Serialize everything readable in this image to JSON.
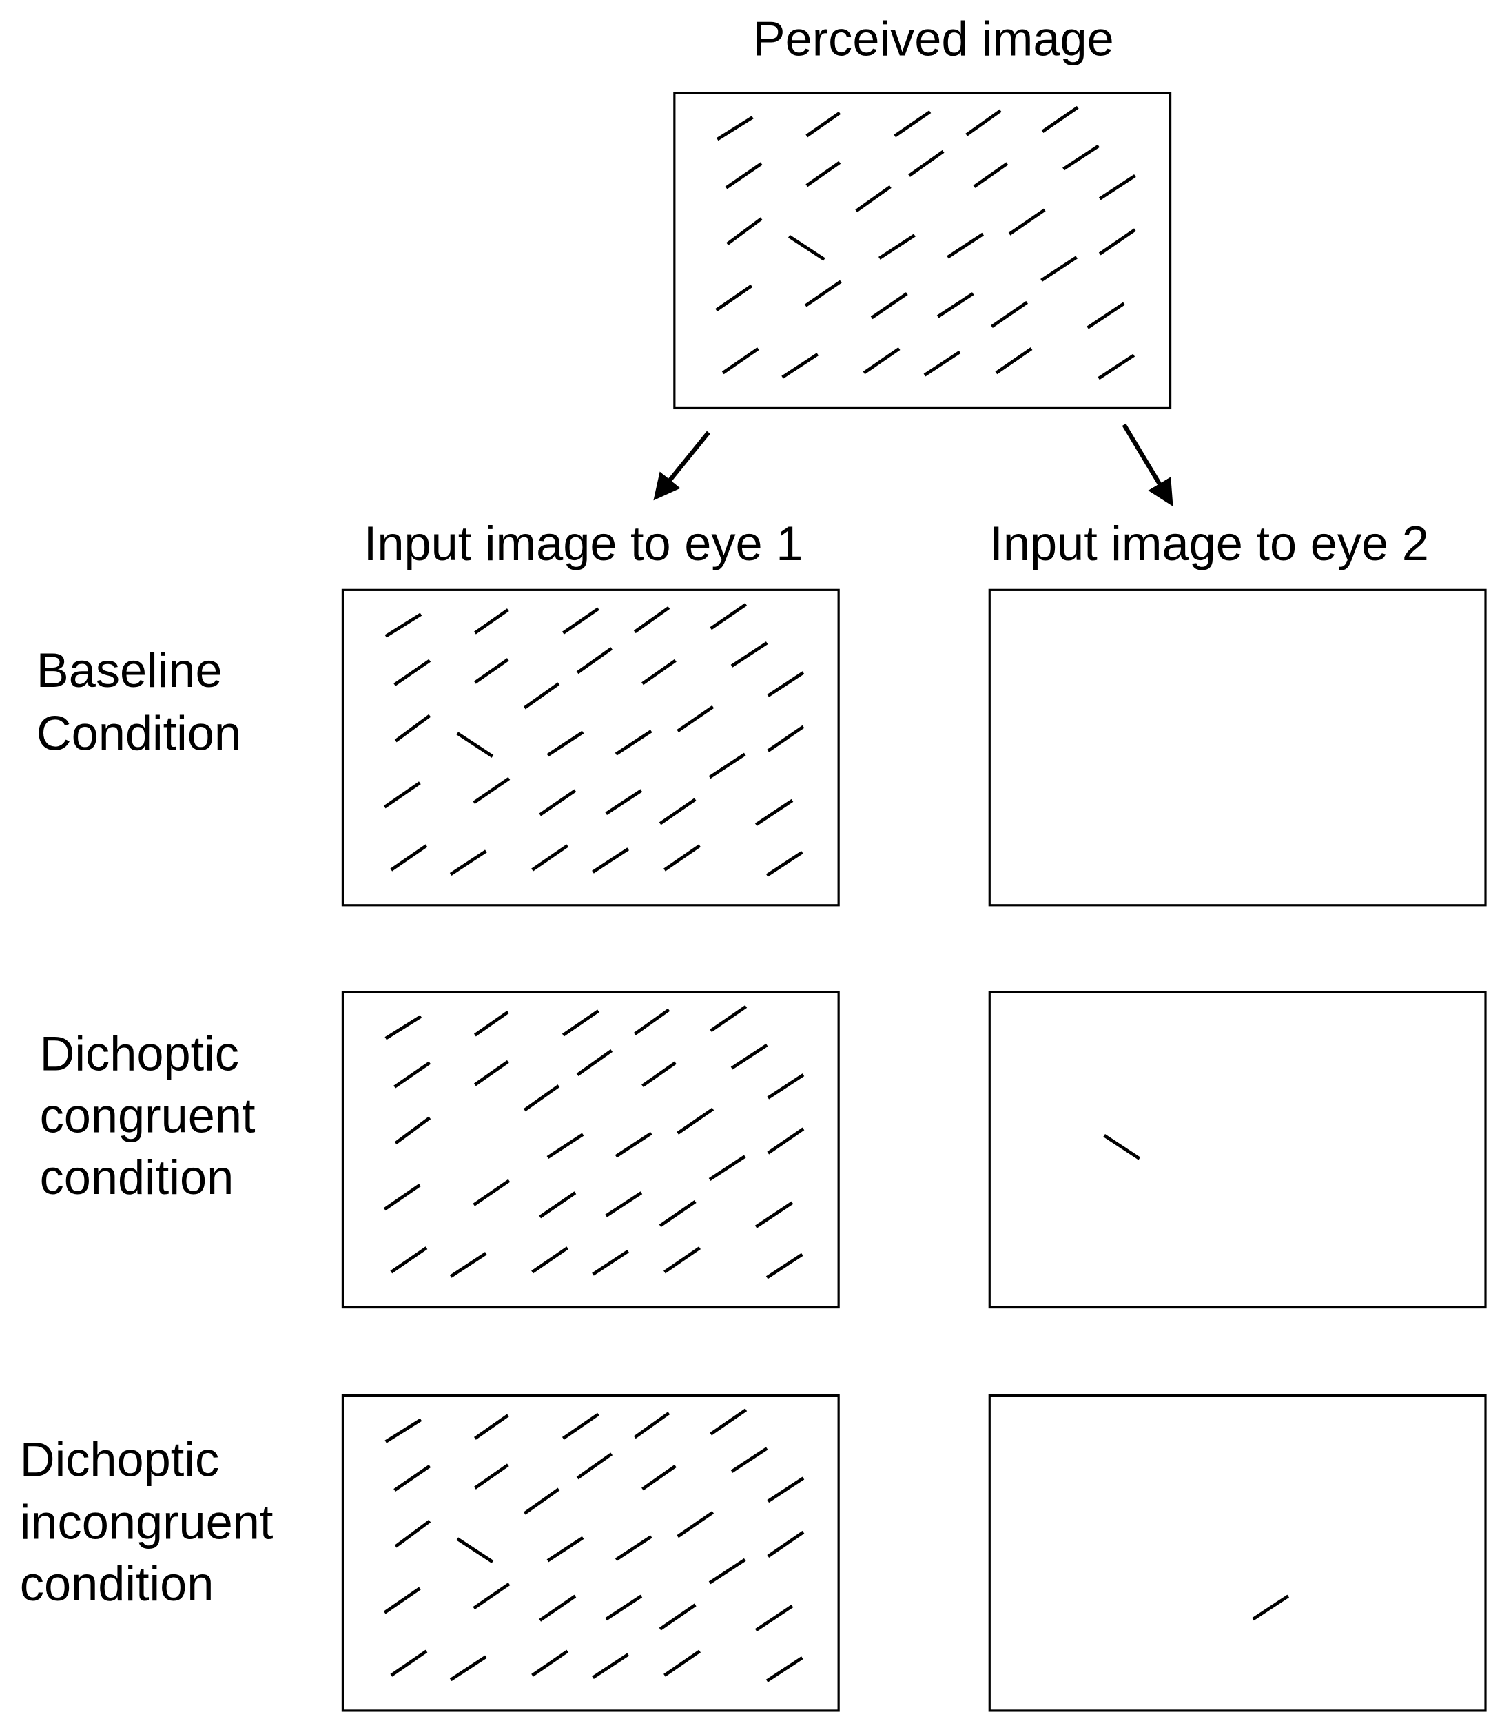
{
  "labels": {
    "perceived": "Perceived image",
    "eye1": "Input image to eye 1",
    "eye2": "Input image to eye 2",
    "baseline": [
      "Baseline",
      "Condition"
    ],
    "congruent": [
      "Dichoptic",
      "congruent",
      "condition"
    ],
    "incongruent": [
      "Dichoptic",
      "incongruent",
      "condition"
    ]
  },
  "colors": {
    "line": "#000000",
    "background": "#ffffff"
  },
  "panels": {
    "perceived": {
      "show": "all",
      "target_in_left_position": true
    },
    "baseline_eye1": {
      "show": "all",
      "target_in_left_position": true
    },
    "baseline_eye2": {
      "show": "none"
    },
    "congruent_eye1": {
      "show": "background-only"
    },
    "congruent_eye2": {
      "show": "target-only",
      "target_orientation": "oblique-down"
    },
    "incongruent_eye1": {
      "show": "all",
      "target_in_left_position": true
    },
    "incongruent_eye2": {
      "show": "single-background-line",
      "orientation": "oblique-up"
    }
  }
}
